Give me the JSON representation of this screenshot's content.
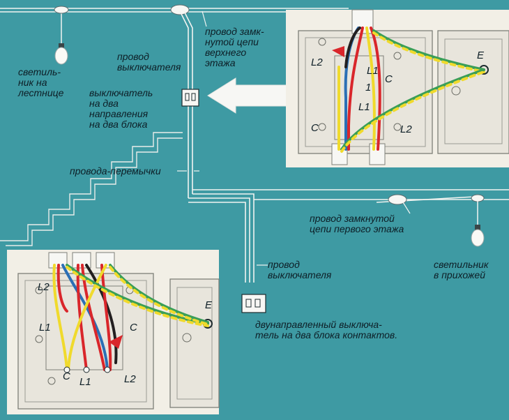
{
  "labels": {
    "lamp_stairs": "светиль-\nник на\nлестнице",
    "top_loop_wire": "провод замк-\nнутой цепи\nверхнего\nэтажа",
    "switch_wire_top": "провод\nвыключателя",
    "switch_top": "выключатель\nна два\nнаправления\nна два блока",
    "jumper_wires": "провода-перемычки",
    "first_floor_loop": "провод замкнутой\nцепи первого этажа",
    "switch_wire_bottom": "провод\nвыключателя",
    "lamp_hall": "светильник\nв прихожей",
    "switch_bottom": "двунаправленный выключа-\nтель на два блока контактов."
  },
  "top_detail": {
    "terminals": {
      "l2_a": "L2",
      "l1_a": "L1",
      "one": "1",
      "c_a": "C",
      "l1_b": "L1",
      "c_b": "C",
      "l2_b": "L2",
      "earth": "E"
    }
  },
  "bottom_detail": {
    "terminals": {
      "l2": "L2",
      "l1": "L1",
      "c_a": "C",
      "c_b": "C",
      "l1_b": "L1",
      "l2_b": "L2",
      "earth": "E"
    }
  },
  "colors": {
    "background": "#3e9aa3",
    "panel": "#f2efe6",
    "wire_red": "#d9262b",
    "wire_yellow": "#f0da2c",
    "wire_blue": "#2b6fb5",
    "wire_green": "#3a9e57",
    "wire_black": "#231f20"
  }
}
